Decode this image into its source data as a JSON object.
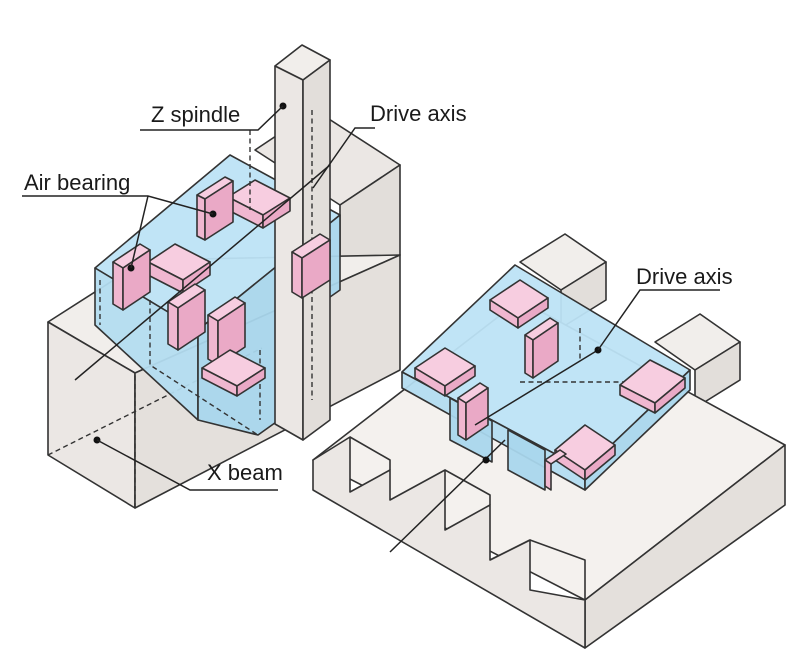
{
  "labels": {
    "z_spindle": "Z spindle",
    "drive_axis_left": "Drive axis",
    "air_bearing": "Air bearing",
    "x_beam": "X beam",
    "drive_axis_right": "Drive axis"
  },
  "colors": {
    "structure": "#ebe7e4",
    "carriage": "#bde3f5",
    "bearing": "#f5c3da",
    "line": "#333333"
  }
}
